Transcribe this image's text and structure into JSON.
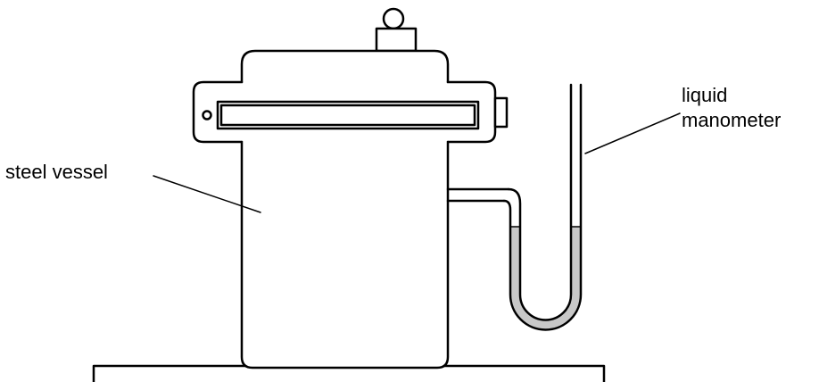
{
  "labels": {
    "steel_vessel": "steel vessel",
    "manometer_line1": "liquid",
    "manometer_line2": "manometer"
  },
  "colors": {
    "stroke": "#000000",
    "liquid": "#c8c8c8",
    "background": "#ffffff"
  }
}
